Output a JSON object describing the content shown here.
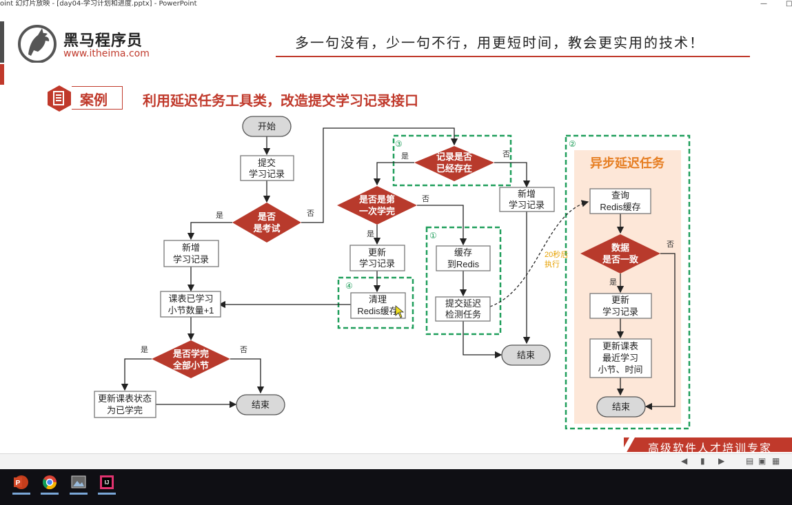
{
  "window": {
    "title": "oint 幻灯片放映 - [day04-学习计划和进度.pptx] - PowerPoint",
    "controls": {
      "minimize": "—",
      "restore": "□"
    }
  },
  "header": {
    "brand_name": "黑马程序员",
    "brand_url": "www.itheima.com",
    "slogan": "多一句没有，少一句不行，用更短时间，教会更实用的技术！",
    "brand_color": "#c0392b"
  },
  "case": {
    "label": "案例",
    "title": "利用延迟任务工具类，改造提交学习记录接口",
    "icon": "document-icon"
  },
  "flowchart": {
    "colors": {
      "decision": "#b83a2c",
      "process_border": "#666666",
      "dashed_box": "#1e9e5a",
      "async_bg": "#fde7d8",
      "async_title": "#e67e22",
      "terminal_fill": "#d9d9d9"
    },
    "nodes": {
      "start": "开始",
      "submit_l1": "提交",
      "submit_l2": "学习记录",
      "is_exam_l1": "是否",
      "is_exam_l2": "是考试",
      "new_record_left_l1": "新增",
      "new_record_left_l2": "学习记录",
      "lesson_count_l1": "课表已学习",
      "lesson_count_l2": "小节数量+1",
      "all_done_l1": "是否学完",
      "all_done_l2": "全部小节",
      "update_status_l1": "更新课表状态",
      "update_status_l2": "为已学完",
      "end_left": "结束",
      "record_exists_l1": "记录是否",
      "record_exists_l2": "已经存在",
      "first_done_l1": "是否是第",
      "first_done_l2": "一次学完",
      "update_record_mid_l1": "更新",
      "update_record_mid_l2": "学习记录",
      "clear_cache_l1": "清理",
      "clear_cache_l2": "Redis缓存",
      "cache_redis_l1": "缓存",
      "cache_redis_l2": "到Redis",
      "submit_delay_l1": "提交延迟",
      "submit_delay_l2": "检测任务",
      "new_record_right_l1": "新增",
      "new_record_right_l2": "学习记录",
      "end_mid": "结束",
      "async_title": "异步延迟任务",
      "query_cache_l1": "查询",
      "query_cache_l2": "Redis缓存",
      "data_consistent_l1": "数据",
      "data_consistent_l2": "是否一致",
      "update_record_right_l1": "更新",
      "update_record_right_l2": "学习记录",
      "update_lesson_l1": "更新课表",
      "update_lesson_l2": "最近学习",
      "update_lesson_l3": "小节、时间",
      "end_right": "结束"
    },
    "edge_labels": {
      "yes": "是",
      "no": "否",
      "delay_l1": "20秒后",
      "delay_l2": "执行"
    },
    "markers": {
      "m1": "①",
      "m2": "②",
      "m3": "③",
      "m4": "④"
    }
  },
  "footer": {
    "banner": "高级软件人才培训专家"
  },
  "taskbar": {
    "apps": [
      {
        "name": "powerpoint-icon",
        "color": "#c43e1c",
        "label": "P"
      },
      {
        "name": "chrome-icon",
        "color": "#4285f4",
        "label": ""
      },
      {
        "name": "image-viewer-icon",
        "color": "#888888",
        "label": ""
      },
      {
        "name": "intellij-icon",
        "color": "#e0336f",
        "label": "IJ"
      }
    ]
  }
}
